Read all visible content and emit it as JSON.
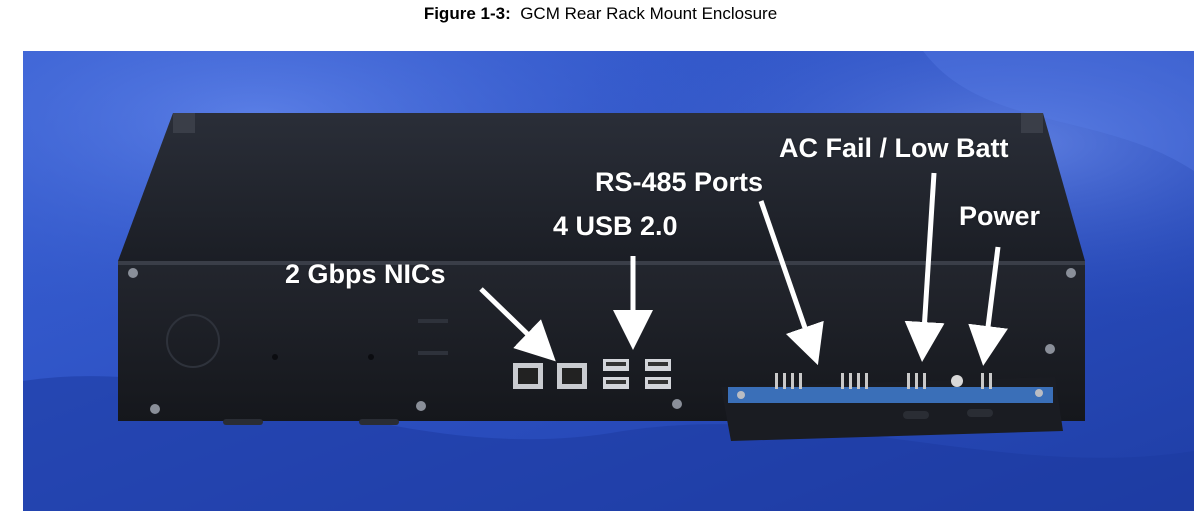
{
  "caption": {
    "prefix": "Figure 1-3:",
    "title": "GCM Rear Rack Mount Enclosure"
  },
  "photo": {
    "callouts": {
      "nics": "2 Gbps NICs",
      "usb": "4 USB 2.0",
      "rs485": "RS-485 Ports",
      "acfail": "AC Fail / Low Batt",
      "power": "Power"
    }
  },
  "colors": {
    "backdrop": "#2f56c8",
    "enclosure": "#1e2128",
    "callout_text": "#ffffff",
    "terminal_board": "#3a6fb8"
  },
  "icons": [
    "ethernet-port-icon",
    "usb-port-icon",
    "terminal-block-icon",
    "arrow-icon"
  ]
}
